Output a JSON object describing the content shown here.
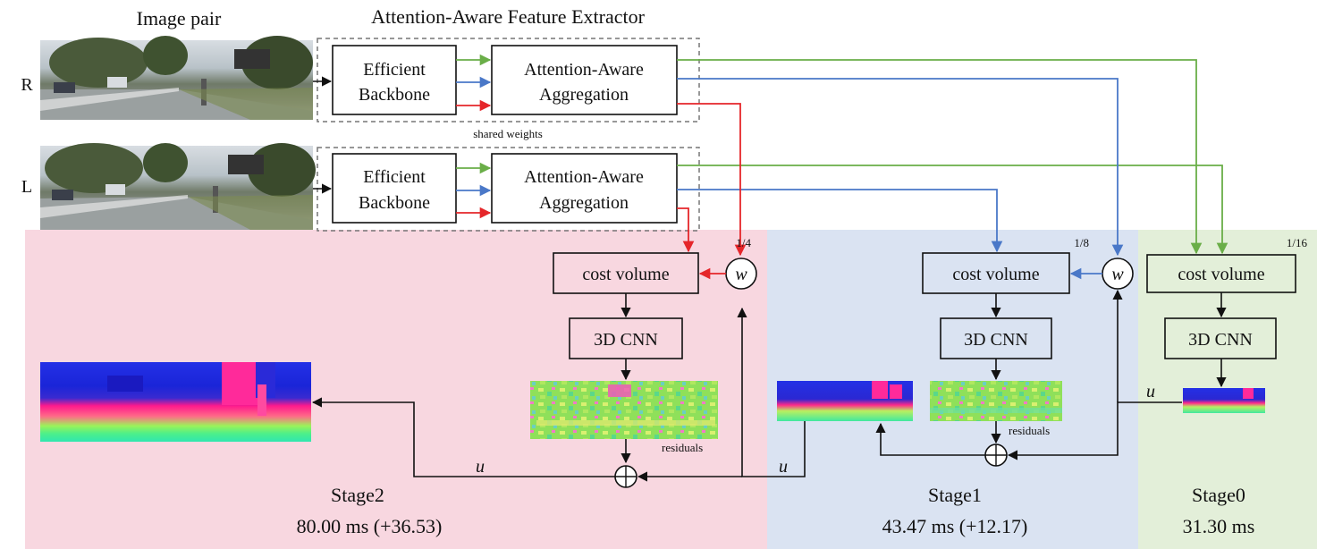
{
  "header": {
    "image_pair": "Image pair",
    "extractor": "Attention-Aware Feature Extractor"
  },
  "rows": {
    "right_label": "R",
    "left_label": "L",
    "shared_weights": "shared weights"
  },
  "blocks": {
    "backbone_line1": "Efficient",
    "backbone_line2": "Backbone",
    "aggregation_line1": "Attention-Aware",
    "aggregation_line2": "Aggregation",
    "cost_volume": "cost volume",
    "cnn": "3D CNN",
    "warp_symbol": "w",
    "upsample_symbol": "u",
    "residuals": "residuals"
  },
  "stages": [
    {
      "name": "Stage2",
      "timing": "80.00 ms (+36.53)",
      "scale": "1/4"
    },
    {
      "name": "Stage1",
      "timing": "43.47 ms (+12.17)",
      "scale": "1/8"
    },
    {
      "name": "Stage0",
      "timing": "31.30 ms",
      "scale": "1/16"
    }
  ],
  "colors": {
    "stage2_bg": "#f8d7e0",
    "stage1_bg": "#dae3f2",
    "stage0_bg": "#e3efd9",
    "green_path": "#6aae48",
    "blue_path": "#4a78c8",
    "red_path": "#e5262a"
  }
}
